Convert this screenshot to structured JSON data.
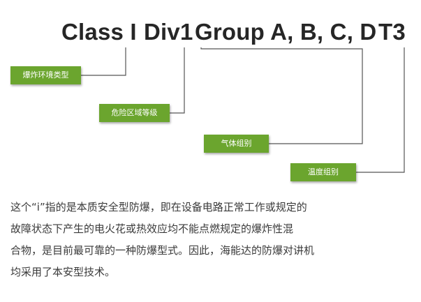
{
  "title": {
    "class": "Class I",
    "division": "Div1",
    "group": "Group A, B, C, D",
    "temperature": "T3"
  },
  "tags": {
    "env_type": "爆炸环境类型",
    "zone_level": "危险区域等级",
    "gas_group": "气体组别",
    "temp_group": "温度组别"
  },
  "description": {
    "lines": [
      "这个“i”指的是本质安全型防爆，即在设备电路正常工作或规定的",
      "故障状态下产生的电火花或热效应均不能点燃规定的爆炸性混",
      "合物，是目前最可靠的一种防爆型式。因此，海能达的防爆对讲机",
      "均采用了本安型技术。"
    ]
  },
  "colors": {
    "tag_green": "#6ba52e",
    "title_text": "#262626",
    "body_text": "#3a3a3a",
    "connector": "#555555"
  }
}
